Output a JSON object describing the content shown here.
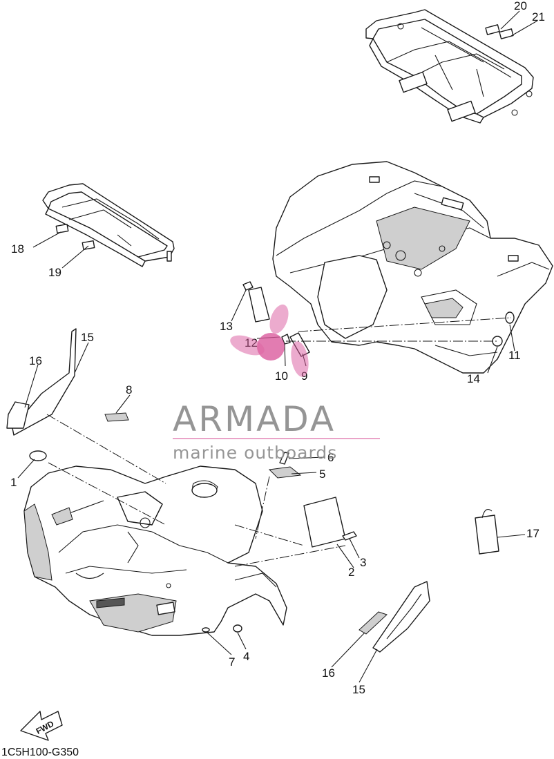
{
  "diagram_code": "1C5H100-G350",
  "fwd_label": "FWD",
  "watermark": {
    "brand": "ARMADA",
    "subtitle": "marine outboards",
    "color": "#d9559a"
  },
  "callouts": [
    "1",
    "2",
    "3",
    "4",
    "5",
    "6",
    "7",
    "8",
    "9",
    "10",
    "11",
    "12",
    "13",
    "14",
    "15",
    "15",
    "16",
    "16",
    "17",
    "18",
    "19",
    "20",
    "21"
  ]
}
